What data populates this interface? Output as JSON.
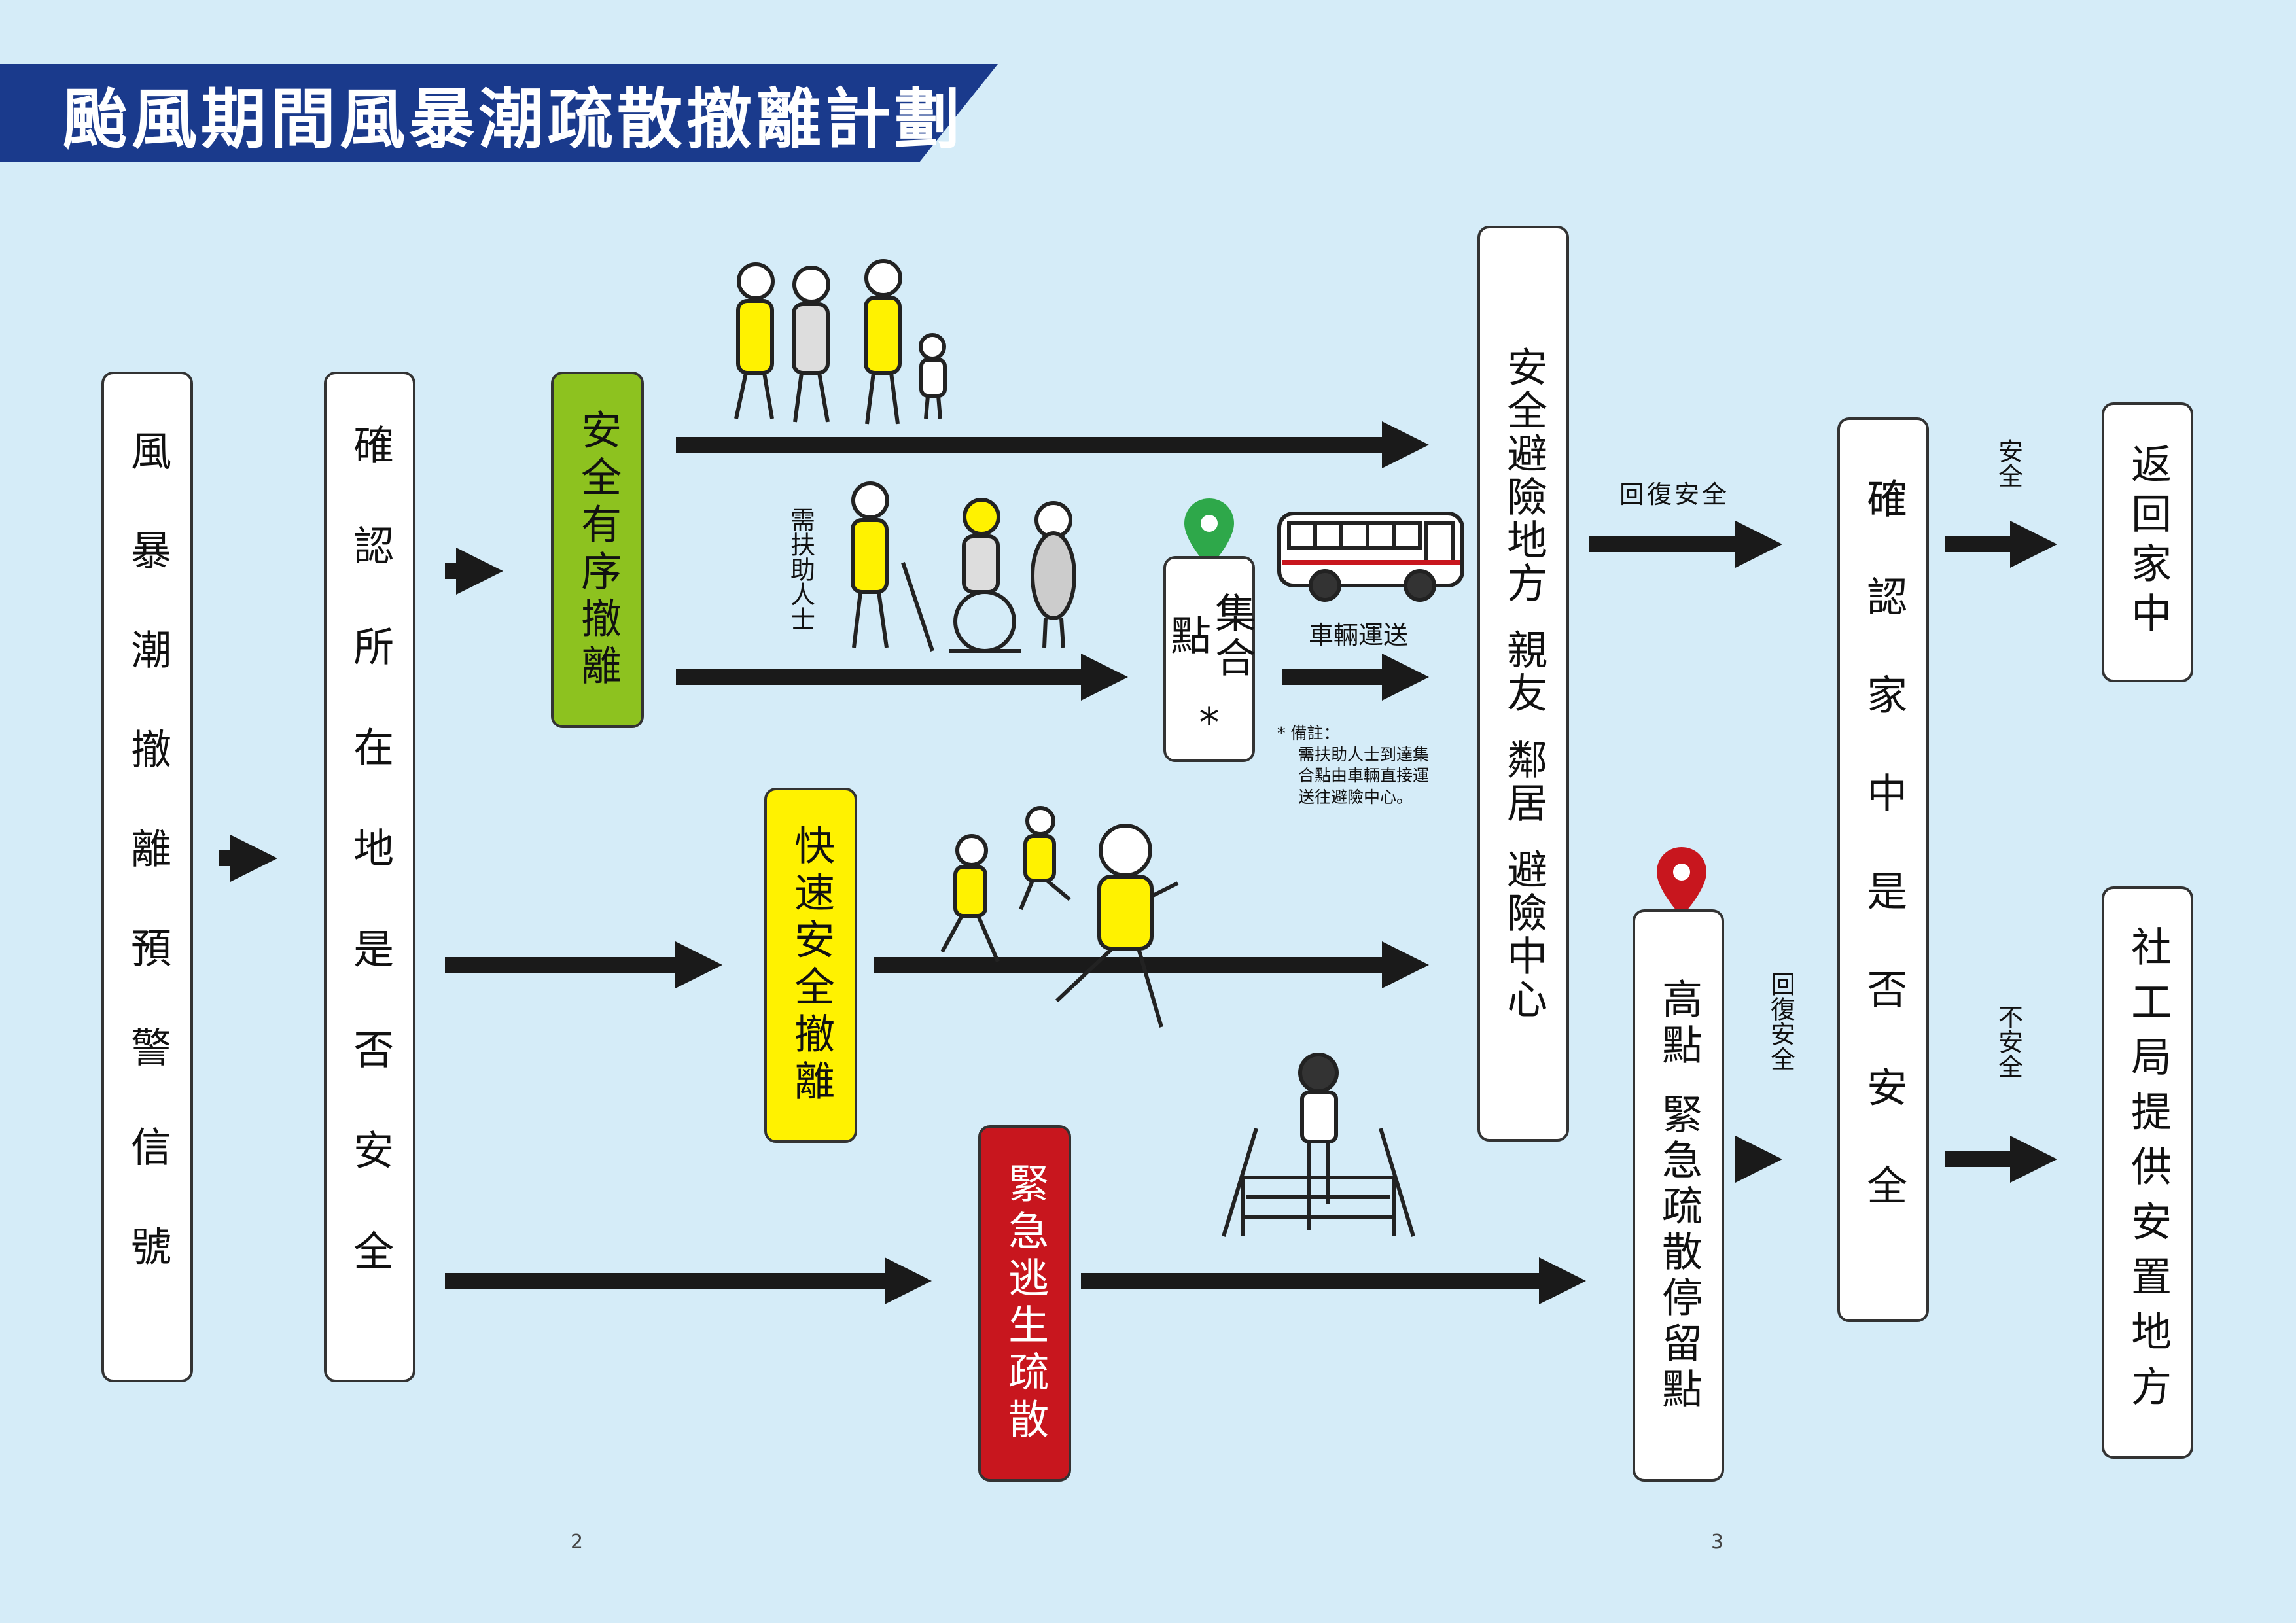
{
  "title": "颱風期間風暴潮疏散撤離計劃",
  "boxes": {
    "warning_signal": "風暴潮撤離預警信號",
    "check_location": "確認所在地是否安全",
    "orderly": "安全有序撤離",
    "quick": "快速安全撤離",
    "emergency": "緊急逃生疏散",
    "assembly_point": "集合點",
    "assembly_mark": "*",
    "refuge_line1": "安全避險地方",
    "refuge_line2": "親友",
    "refuge_line3": "鄰居",
    "refuge_line4": "避險中心",
    "high_point_line1": "高點",
    "high_point_line2": "緊急疏散停留點",
    "check_home": "確認家中是否安全",
    "return_home": "返回家中",
    "social_work": "社工局提供安置地方"
  },
  "labels": {
    "need_help": "需扶助人士",
    "vehicle": "車輛運送",
    "restore_safe": "回復安全",
    "restore_safe_vertical": "回復安全",
    "safe": "安全",
    "unsafe": "不安全"
  },
  "note": {
    "heading": "* 備註：",
    "line1": "需扶助人士到達集",
    "line2": "合點由車輛直接運",
    "line3": "送往避險中心。"
  },
  "pages": {
    "left": "2",
    "right": "3"
  },
  "colors": {
    "background": "#d5ecf8",
    "banner": "#1a3a8c",
    "green": "#8dc21f",
    "yellow": "#fff200",
    "red": "#c8161e",
    "arrow": "#1a1a1a",
    "pin_green": "#2ea84a",
    "pin_red": "#c8161e"
  }
}
